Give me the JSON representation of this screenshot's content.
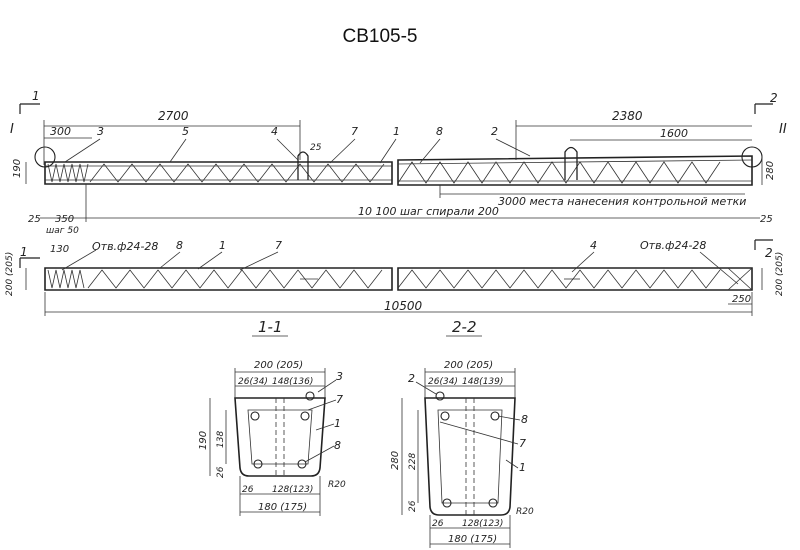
{
  "title": "СВ105-5",
  "elevation": {
    "section_marks": {
      "s1": "1",
      "s2": "2",
      "node1": "I",
      "node2": "II"
    },
    "dims_top": {
      "d2700": "2700",
      "d300": "300",
      "d2380": "2380",
      "d1600": "1600",
      "d25": "25"
    },
    "callouts_top": [
      "3",
      "5",
      "4",
      "7",
      "1",
      "8",
      "2"
    ],
    "height_left": "190",
    "height_right": "280",
    "dims_bottom": {
      "d25": "25",
      "d350": "350",
      "pitch": "шаг 50",
      "length": "10 100  шаг спирали  200",
      "d25r": "25"
    },
    "mark_zone": "3000  места нанесения контрольной метки"
  },
  "plan": {
    "d130": "130",
    "hole_left": "Отв.ф24-28",
    "hole_right": "Отв.ф24-28",
    "callouts": [
      "8",
      "1",
      "7",
      "4"
    ],
    "height_left": "200 (205)",
    "height_right": "200 (205)",
    "d250": "250",
    "total_length": "10500",
    "sec_labels": {
      "s1": "1",
      "s2": "2"
    }
  },
  "section_titles": {
    "s11": "1-1",
    "s22": "2-2"
  },
  "section11": {
    "top_width": "200 (205)",
    "top_parts": {
      "a": "26(34)",
      "b": "148(136)"
    },
    "height": "190",
    "inner_height": "138",
    "side_offset": "26",
    "bottom_inner": {
      "a": "26",
      "b": "128(123)"
    },
    "bottom_width": "180 (175)",
    "radius": "R20",
    "callouts": [
      "3",
      "7",
      "1",
      "8"
    ]
  },
  "section22": {
    "top_width": "200 (205)",
    "top_parts": {
      "a": "26(34)",
      "b": "148(139)"
    },
    "height": "280",
    "inner_height": "228",
    "side_offset": "26",
    "bottom_inner": {
      "a": "26",
      "b": "128(123)"
    },
    "bottom_width": "180 (175)",
    "radius": "R20",
    "callouts": [
      "2",
      "8",
      "7",
      "1"
    ]
  }
}
